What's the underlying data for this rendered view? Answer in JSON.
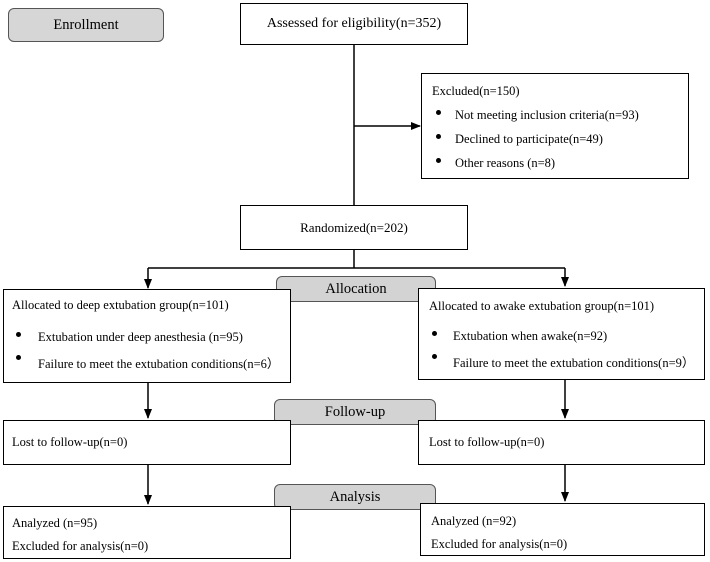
{
  "stages": {
    "enrollment": "Enrollment",
    "allocation": "Allocation",
    "followup": "Follow-up",
    "analysis": "Analysis"
  },
  "assessed": "Assessed for eligibility(n=352)",
  "excluded": {
    "title": "Excluded(n=150)",
    "items": [
      "Not meeting inclusion criteria(n=93)",
      "Declined to participate(n=49)",
      "Other reasons (n=8)"
    ]
  },
  "randomized": "Randomized(n=202)",
  "deep": {
    "title": "Allocated to deep extubation group(n=101)",
    "items": [
      "Extubation under deep anesthesia (n=95)",
      "Failure to meet the extubation conditions(n=6）"
    ],
    "lost": "Lost to follow-up(n=0)",
    "analyzed": "Analyzed (n=95)",
    "excluded_analysis": "Excluded for analysis(n=0)"
  },
  "awake": {
    "title": "Allocated to awake extubation group(n=101)",
    "items": [
      "Extubation when awake(n=92)",
      "Failure to meet the extubation conditions(n=9）"
    ],
    "lost": "Lost to follow-up(n=0)",
    "analyzed": "Analyzed (n=92)",
    "excluded_analysis": "Excluded for analysis(n=0)"
  }
}
